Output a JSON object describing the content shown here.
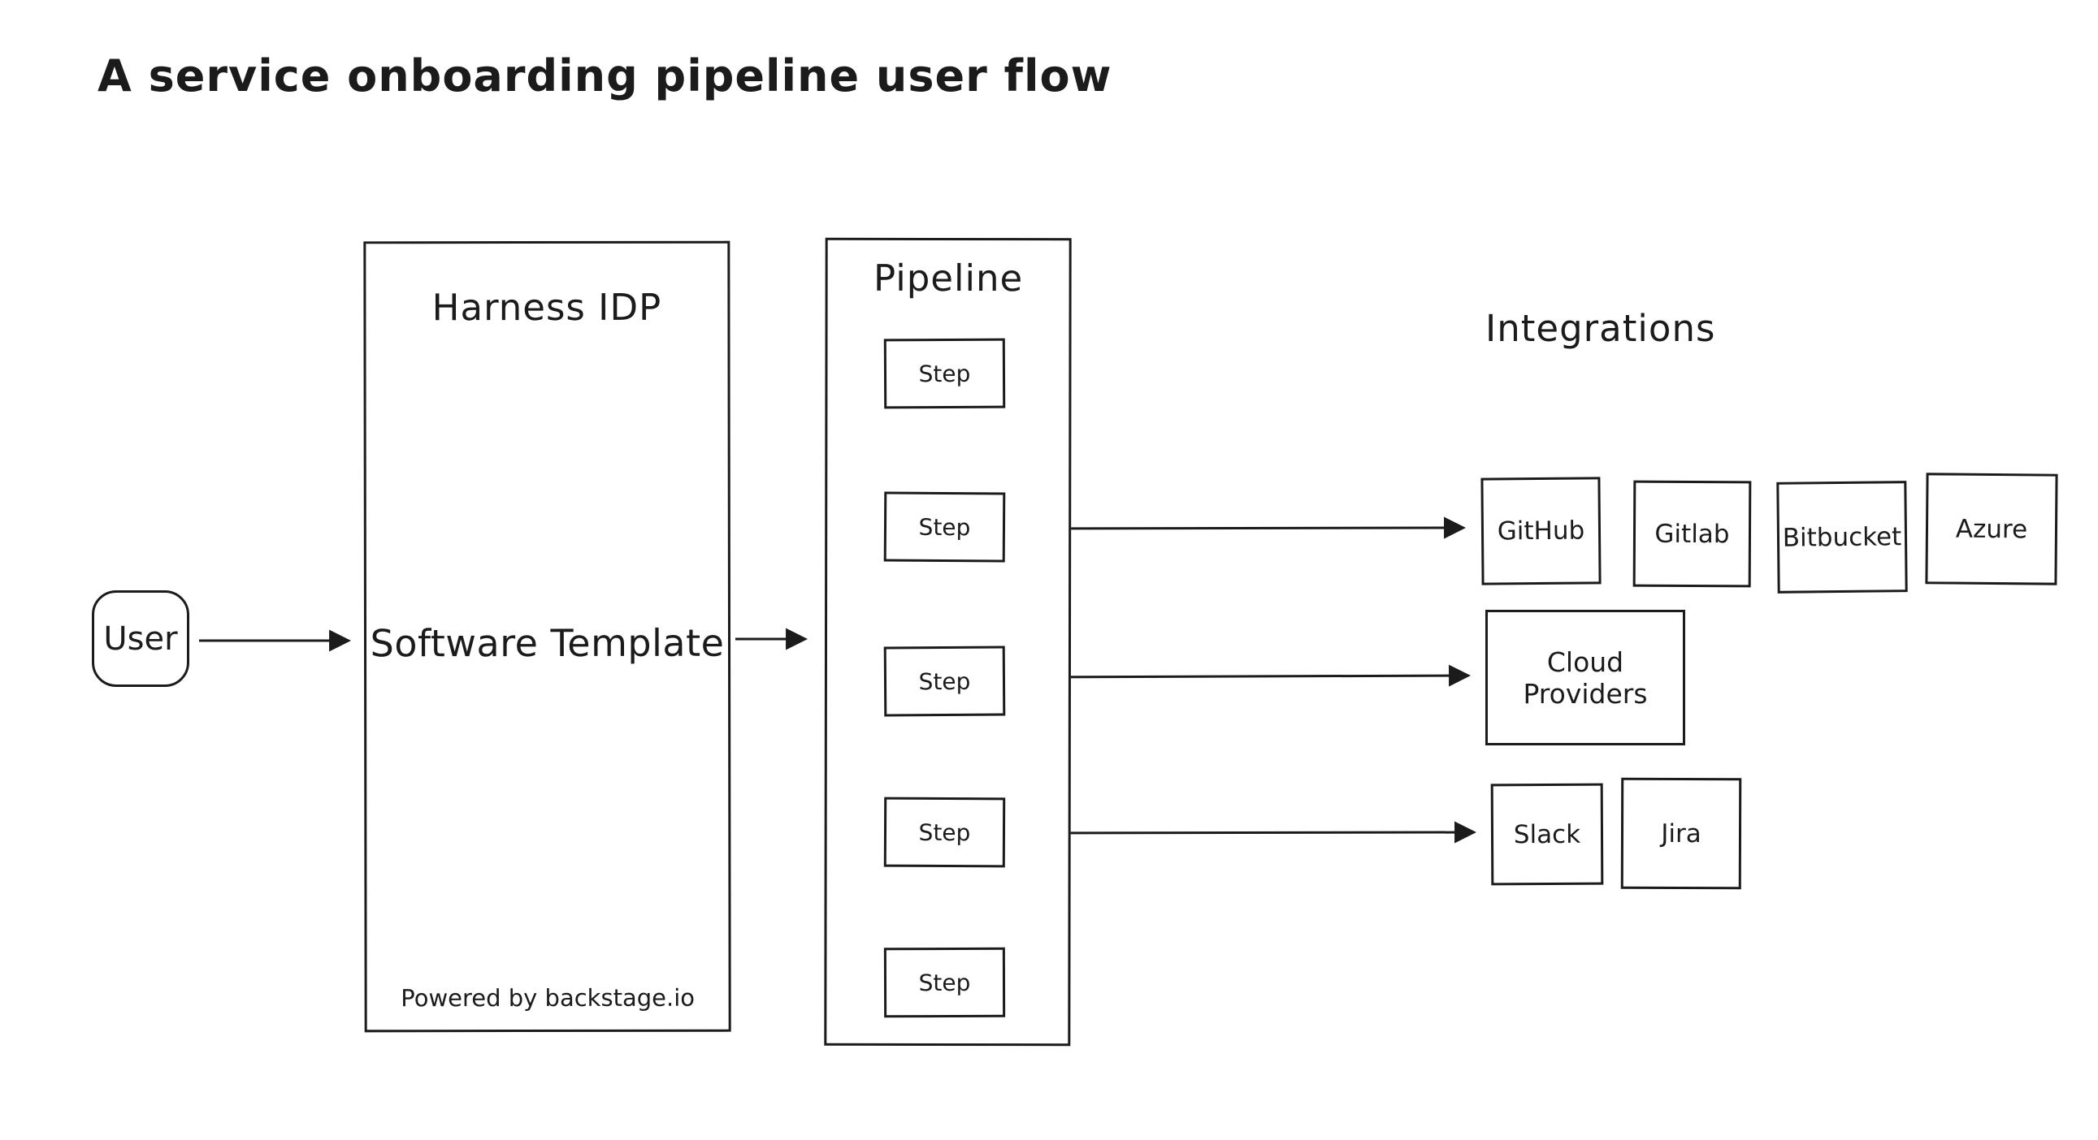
{
  "title": "A service onboarding pipeline user flow",
  "user": {
    "label": "User"
  },
  "harness": {
    "title": "Harness IDP",
    "template_label": "Software Template",
    "footer": "Powered by backstage.io"
  },
  "pipeline": {
    "title": "Pipeline",
    "steps": [
      "Step",
      "Step",
      "Step",
      "Step",
      "Step"
    ]
  },
  "integrations": {
    "title": "Integrations",
    "source_control": [
      "GitHub",
      "Gitlab",
      "Bitbucket",
      "Azure"
    ],
    "cloud": "Cloud Providers",
    "collaboration": [
      "Slack",
      "Jira"
    ]
  },
  "colors": {
    "stroke": "#1b1b1b",
    "canvas": "#ffffff"
  }
}
